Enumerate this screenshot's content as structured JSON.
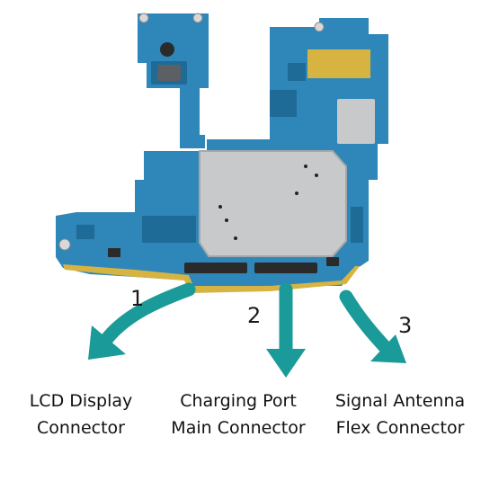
{
  "colors": {
    "arrow": "#1b9a9a",
    "board": "#2f86b8",
    "board_dark": "#1f6b97",
    "shield": "#c8c9cb",
    "gold": "#d7b441",
    "connector": "#2a2a2a"
  },
  "callouts": [
    {
      "number": "1",
      "line1": "LCD Display",
      "line2": "Connector"
    },
    {
      "number": "2",
      "line1": "Charging Port",
      "line2": "Main Connector"
    },
    {
      "number": "3",
      "line1": "Signal Antenna",
      "line2": "Flex Connector"
    }
  ]
}
